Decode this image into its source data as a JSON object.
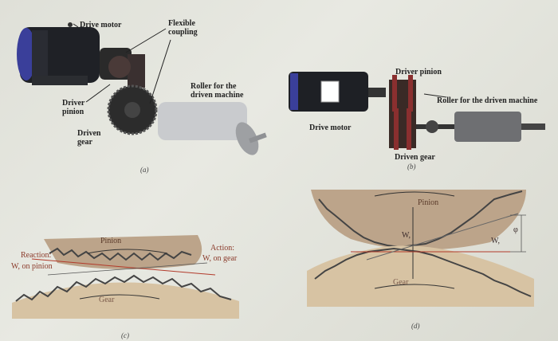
{
  "panel_a": {
    "drive_motor": "Drive motor",
    "flexible_coupling": "Flexible coupling",
    "roller": "Roller for the driven machine",
    "driver_pinion": "Driver pinion",
    "driven_gear": "Driven gear",
    "caption": "(a)"
  },
  "panel_b": {
    "driver_pinion": "Driver pinion",
    "roller": "Roller for the driven machine",
    "drive_motor": "Drive motor",
    "driven_gear": "Driven gear",
    "caption": "(b)"
  },
  "panel_c": {
    "pinion": "Pinion",
    "gear": "Gear",
    "reaction": "Reaction:",
    "reaction_force": "W, on pinion",
    "action": "Action:",
    "action_force": "W, on gear",
    "caption": "(c)"
  },
  "panel_d": {
    "pinion": "Pinion",
    "gear": "Gear",
    "wt": "W,",
    "wt2": "W,",
    "phi": "φ",
    "caption": "(d)"
  }
}
